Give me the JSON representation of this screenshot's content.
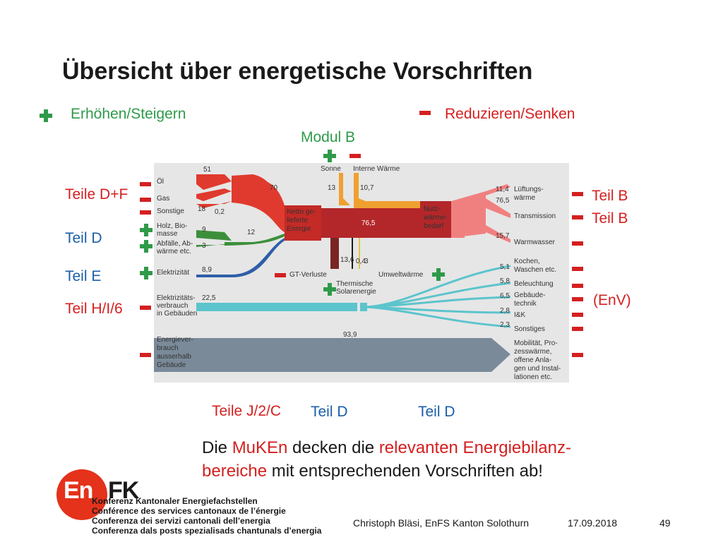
{
  "title": "Übersicht über energetische Vorschriften",
  "legend": {
    "increase": "Erhöhen/Steigern",
    "decrease": "Reduzieren/Senken"
  },
  "colors": {
    "increase": "#2f9a4a",
    "decrease": "#d42020",
    "fossil": "#e03a2e",
    "renewable": "#3c8f3a",
    "electric": "#2e5ea8",
    "solar": "#f0a030",
    "useful": "#f08080",
    "electricity_use": "#5cc4cc",
    "external": "#7a8a99",
    "net": "#b3272a"
  },
  "labels": {
    "modul_b": "Modul B",
    "teile_df": "Teile D+F",
    "teil_d_left": "Teil D",
    "teil_e": "Teil E",
    "teil_hi6": "Teil H/I/6",
    "teil_b_1": "Teil B",
    "teil_b_2": "Teil B",
    "env": "(EnV)",
    "teile_j2c": "Teile J/2/C",
    "teil_d_bottom1": "Teil D",
    "teil_d_bottom2": "Teil D"
  },
  "sankey": {
    "sources": {
      "oel": "Öl",
      "gas": "Gas",
      "sonstige": "Sonstige",
      "holz_1": "Holz, Bio-",
      "holz_2": "masse",
      "abfaelle_1": "Abfälle, Ab-",
      "abfaelle_2": "wärme etc.",
      "elektrizitaet": "Elektrizität",
      "elverbrauch_1": "Elektrizitäts-",
      "elverbrauch_2": "verbrauch",
      "elverbrauch_3": "in Gebäuden",
      "extern_1": "Energiever-",
      "extern_2": "brauch",
      "extern_3": "ausserhalb",
      "extern_4": "Gebäude",
      "sonne": "Sonne",
      "interne_waerme": "Interne Wärme",
      "netto_1": "Netto ge-",
      "netto_2": "lieferte",
      "netto_3": "Energie",
      "nutz_1": "Nutz-",
      "nutz_2": "wärme-",
      "nutz_3": "bedarf",
      "gt_verluste": "GT-Verluste",
      "thermische_1": "Thermische",
      "thermische_2": "Solarenergie",
      "umweltwaerme": "Umweltwärme"
    },
    "values": {
      "v51": "51",
      "v18": "18",
      "v02": "0,2",
      "v70": "70",
      "v9": "9",
      "v3": "3",
      "v12": "12",
      "v89": "8,9",
      "v225": "22,5",
      "v939": "93,9",
      "v13": "13",
      "v107": "10,7",
      "v765_mid": "76,5",
      "v136": "13,6",
      "v04": "0,4",
      "v3b": "3",
      "v114": "11,4",
      "v765_right": "76,5",
      "v157": "15,7",
      "v51b": "5,1",
      "v58": "5,8",
      "v65": "6,5",
      "v28": "2,8",
      "v23": "2,3"
    },
    "outputs": {
      "lueftung_1": "Lüftungs-",
      "lueftung_2": "wärme",
      "transmission": "Transmission",
      "warmwasser": "Warmwasser",
      "kochen_1": "Kochen,",
      "kochen_2": "Waschen etc.",
      "beleuchtung": "Beleuchtung",
      "gebaeude_1": "Gebäude-",
      "gebaeude_2": "technik",
      "ik": "I&K",
      "sonstiges": "Sonstiges",
      "mob_1": "Mobilität, Pro-",
      "mob_2": "zesswärme,",
      "mob_3": "offene Anla-",
      "mob_4": "gen und Instal-",
      "mob_5": "lationen etc."
    }
  },
  "conclusion": {
    "p1": "Die ",
    "h1": "MuKEn",
    "p2": " decken die ",
    "h2": "relevanten Energiebilanz-",
    "h3": "bereiche",
    "p3": " mit entsprechenden Vorschriften ab!"
  },
  "footer": {
    "author": "Christoph Bläsi, EnFS Kanton Solothurn",
    "date": "17.09.2018",
    "page": "49"
  },
  "logo": {
    "en": "En",
    "fk": "FK",
    "org1": "Konferenz Kantonaler Energiefachstellen",
    "org2": "Conférence des services cantonaux de l’énergie",
    "org3": "Conferenza dei servizi cantonali dell’energia",
    "org4": "Conferenza dals posts spezialisads chantunals d’energia"
  }
}
